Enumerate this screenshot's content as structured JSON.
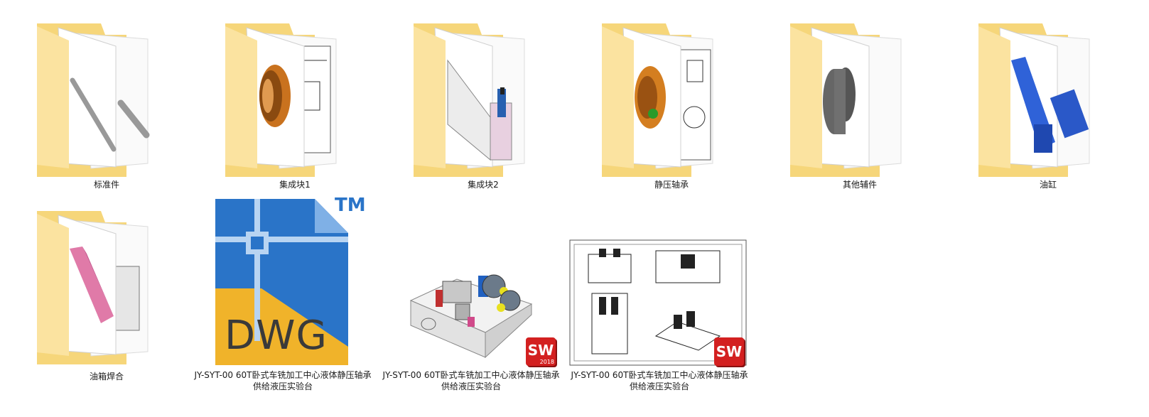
{
  "items": [
    {
      "name": "标准件",
      "type": "folder"
    },
    {
      "name": "集成块1",
      "type": "folder"
    },
    {
      "name": "集成块2",
      "type": "folder"
    },
    {
      "name": "静压轴承",
      "type": "folder"
    },
    {
      "name": "其他辅件",
      "type": "folder"
    },
    {
      "name": "油缸",
      "type": "folder"
    },
    {
      "name": "油箱焊合",
      "type": "folder"
    },
    {
      "name_line1": "JY-SYT-00 60T卧式车铣加工中心液体静压轴承",
      "name_line2": "供给液压实验台",
      "type": "dwg",
      "badge_text": "DWG",
      "tm_text": "TM"
    },
    {
      "name_line1": "JY-SYT-00 60T卧式车铣加工中心液体静压轴承",
      "name_line2": "供给液压实验台",
      "type": "solidworks-assembly",
      "sw_text": "SW",
      "sw_year": "2018"
    },
    {
      "name_line1": "JY-SYT-00 60T卧式车铣加工中心液体静压轴承",
      "name_line2": "供给液压实验台",
      "type": "solidworks-drawing",
      "sw_text": "SW"
    }
  ],
  "colors": {
    "folder_back": "#f6d67a",
    "folder_front": "#fbe3a0",
    "dwg_blue": "#2a74c8",
    "dwg_yellow": "#f0b32a",
    "sw_red": "#d32020"
  }
}
